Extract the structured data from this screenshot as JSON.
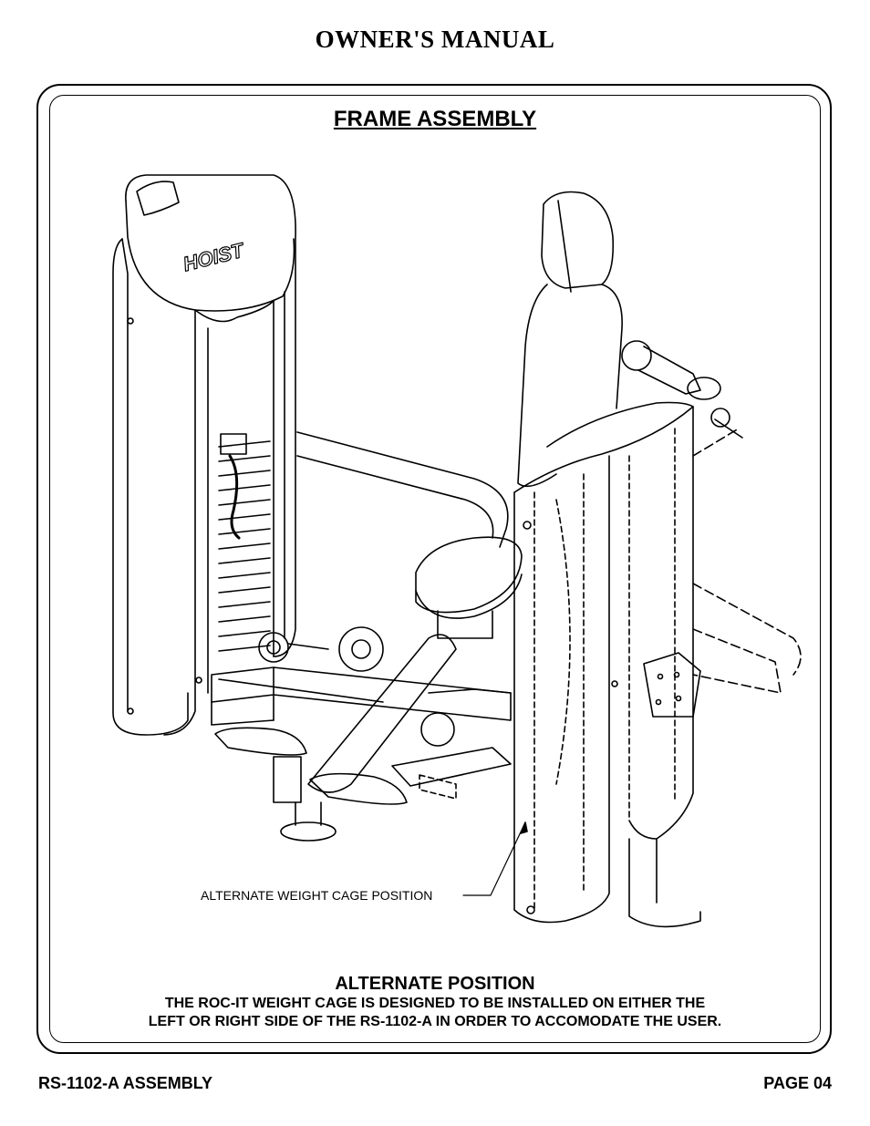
{
  "header": {
    "title": "OWNER'S MANUAL"
  },
  "section": {
    "title": "FRAME ASSEMBLY"
  },
  "illustration": {
    "logo_text": "HOIST",
    "callout": "ALTERNATE WEIGHT CAGE POSITION"
  },
  "note": {
    "heading": "ALTERNATE POSITION",
    "line1": "THE ROC-IT WEIGHT CAGE IS DESIGNED TO BE INSTALLED ON EITHER THE",
    "line2": "LEFT OR RIGHT SIDE OF THE RS-1102-A IN ORDER TO ACCOMODATE THE USER."
  },
  "footer": {
    "left": "RS-1102-A ASSEMBLY",
    "right": "PAGE 04"
  }
}
